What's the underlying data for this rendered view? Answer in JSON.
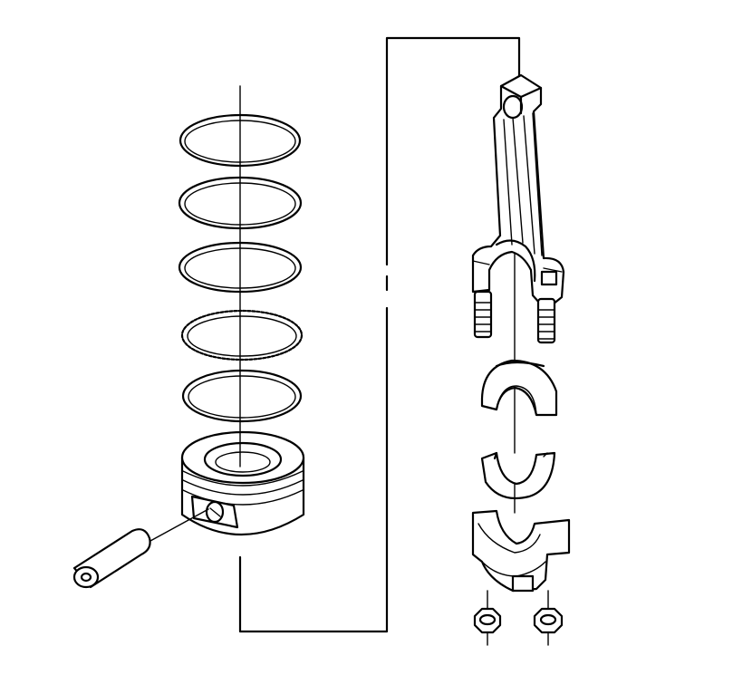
{
  "diagram": {
    "background": "#ffffff",
    "stroke": "#000000",
    "parts": [
      "piston-ring-top",
      "piston-ring-second",
      "piston-ring-oil-upper-rail",
      "piston-ring-oil-expander",
      "piston-ring-oil-lower-rail",
      "piston",
      "piston-pin",
      "connecting-rod",
      "bearing-upper",
      "bearing-lower",
      "connecting-rod-cap",
      "nut-left",
      "nut-right"
    ]
  }
}
